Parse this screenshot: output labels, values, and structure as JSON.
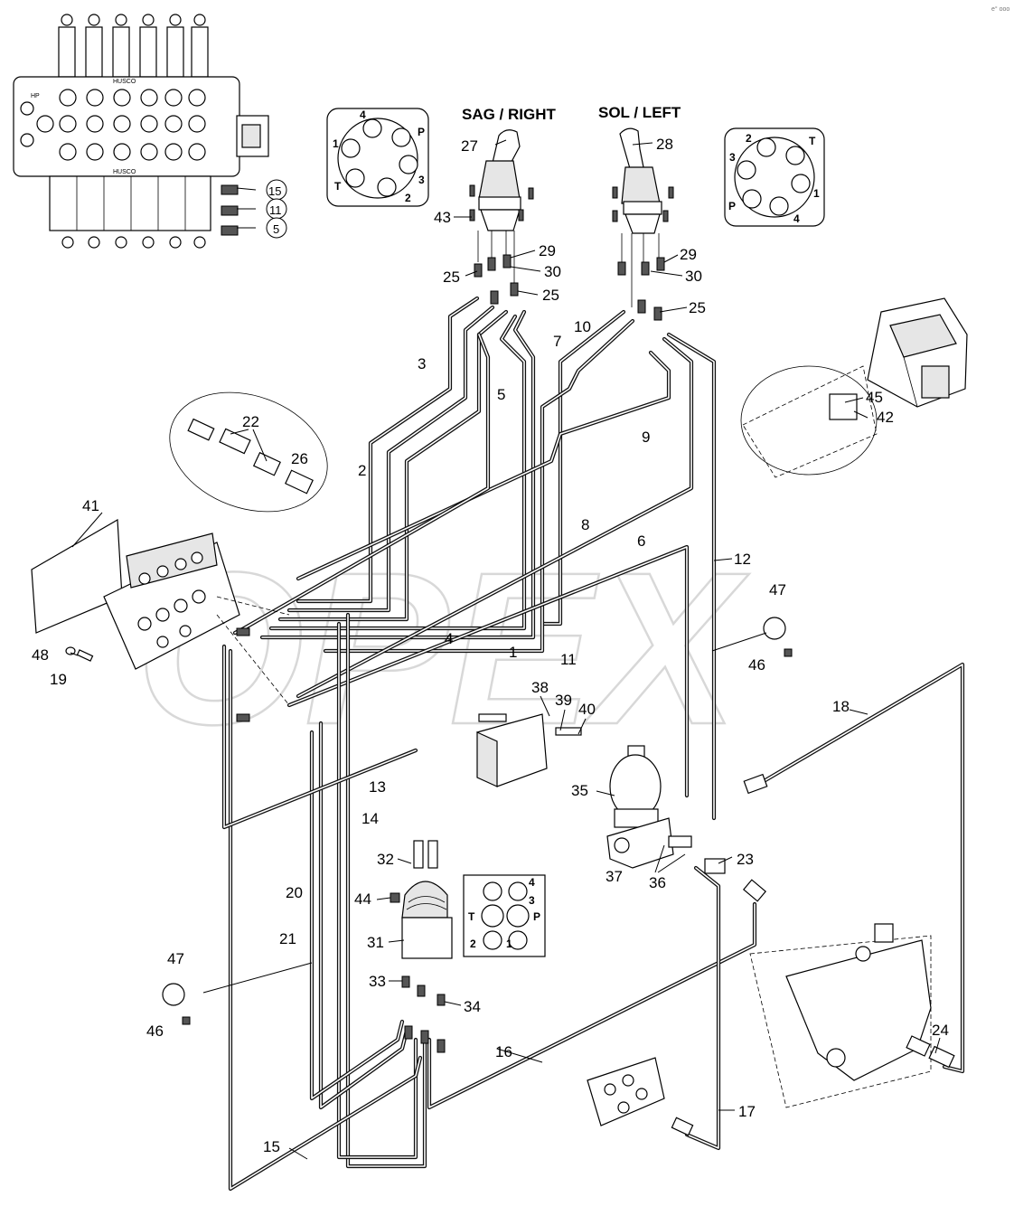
{
  "titles": {
    "right": "SAG / RIGHT",
    "left": "SOL / LEFT"
  },
  "valve_brand": "HUSCO",
  "valve_port_labels": [
    "HP"
  ],
  "watermark": "OPEX",
  "corner_mark": "e° ooo",
  "port_diagrams": {
    "right_joystick": [
      "4",
      "1",
      "T",
      "2",
      "3",
      "P"
    ],
    "left_joystick": [
      "2",
      "T",
      "3",
      "1",
      "P",
      "4"
    ],
    "bottom_pilot": [
      "4",
      "3",
      "T",
      "P",
      "2",
      "1"
    ]
  },
  "callouts": {
    "c15": "15",
    "c11": "11",
    "c5": "5",
    "c27": "27",
    "c28": "28",
    "c43": "43",
    "c29a": "29",
    "c30a": "30",
    "c25a": "25",
    "c25b": "25",
    "c29b": "29",
    "c30b": "30",
    "c25c": "25",
    "c3": "3",
    "c10": "10",
    "c7": "7",
    "c5b": "5",
    "c22": "22",
    "c26": "26",
    "c2": "2",
    "c9": "9",
    "c45": "45",
    "c42": "42",
    "c41": "41",
    "c8": "8",
    "c6": "6",
    "c12": "12",
    "c47a": "47",
    "c46a": "46",
    "c4": "4",
    "c1": "1",
    "c11b": "11",
    "c48": "48",
    "c19": "19",
    "c38": "38",
    "c39": "39",
    "c40": "40",
    "c18": "18",
    "c35": "35",
    "c13": "13",
    "c14": "14",
    "c23": "23",
    "c37": "37",
    "c36": "36",
    "c32": "32",
    "c44": "44",
    "c20": "20",
    "c21": "21",
    "c31": "31",
    "c47b": "47",
    "c46b": "46",
    "c33": "33",
    "c34": "34",
    "c16": "16",
    "c24": "24",
    "c17": "17",
    "c15b": "15"
  }
}
